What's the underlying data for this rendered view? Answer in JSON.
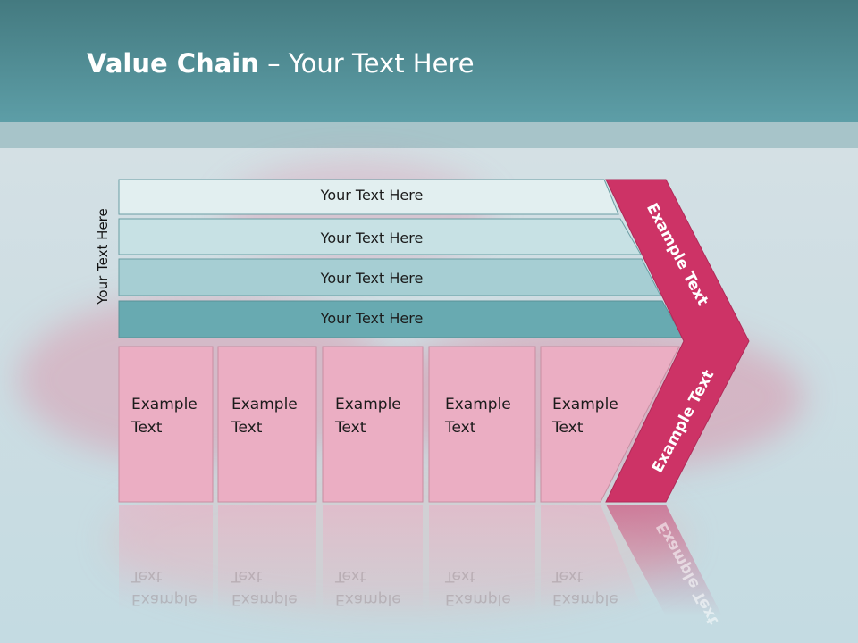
{
  "title": {
    "bold": "Value Chain",
    "rest": " – Your Text Here"
  },
  "side_label": "Your Text Here",
  "rows": [
    {
      "label": "Your Text Here",
      "color": "#e2eff0"
    },
    {
      "label": "Your Text Here",
      "color": "#c7e1e4"
    },
    {
      "label": "Your Text Here",
      "color": "#a6ced3"
    },
    {
      "label": "Your Text Here",
      "color": "#68aab1"
    }
  ],
  "boxes": [
    {
      "line1": "Example",
      "line2": "Text"
    },
    {
      "line1": "Example",
      "line2": "Text"
    },
    {
      "line1": "Example",
      "line2": "Text"
    },
    {
      "line1": "Example",
      "line2": "Text"
    },
    {
      "line1": "Example",
      "line2": "Text"
    }
  ],
  "chevron": {
    "upper": "Example Text",
    "lower": "Example Text",
    "color": "#cd3366"
  },
  "colors": {
    "header": "#5d9ea7",
    "box_fill": "#ebaec3"
  }
}
